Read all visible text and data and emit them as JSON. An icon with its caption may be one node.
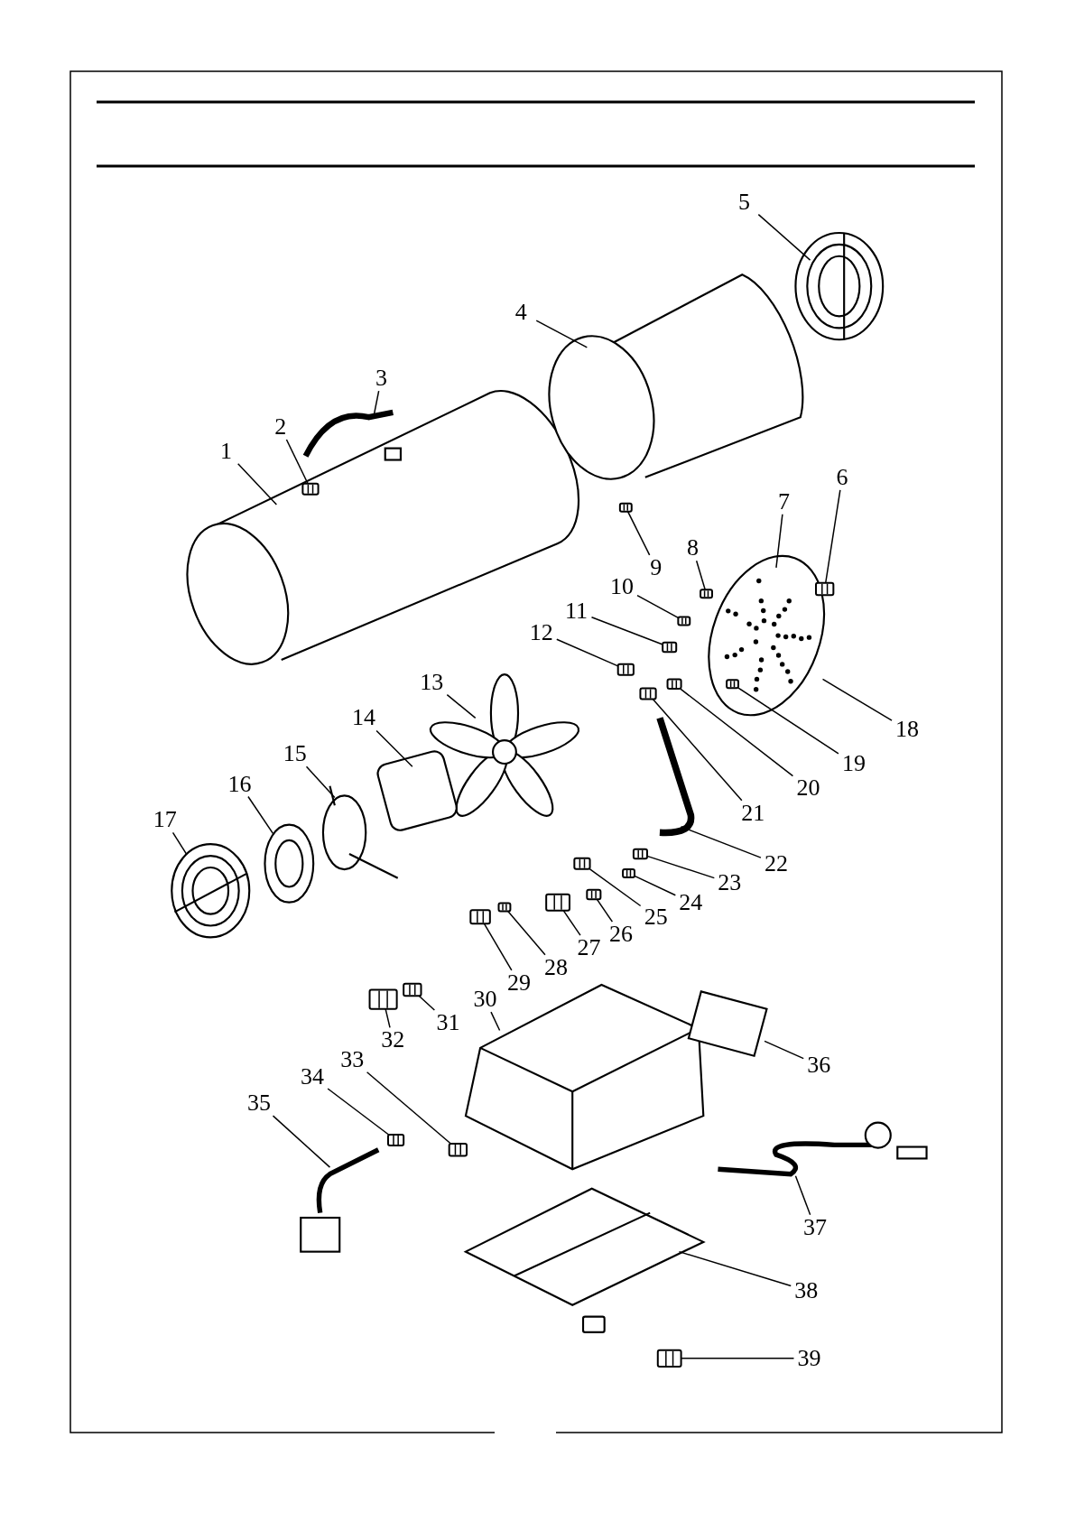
{
  "diagram": {
    "nodes": [
      {
        "text": [
          "1"
        ]
      },
      {
        "text": [
          "2"
        ]
      },
      {
        "text": [
          "3"
        ]
      },
      {
        "text": [
          "4"
        ]
      },
      {
        "text": [
          "5"
        ]
      },
      {
        "text": [
          "6"
        ]
      },
      {
        "text": [
          "7"
        ]
      },
      {
        "text": [
          "8"
        ]
      },
      {
        "text": [
          "9"
        ]
      },
      {
        "text": [
          "10"
        ]
      },
      {
        "text": [
          "11"
        ]
      },
      {
        "text": [
          "12"
        ]
      },
      {
        "text": [
          "13"
        ]
      },
      {
        "text": [
          "14"
        ]
      },
      {
        "text": [
          "15"
        ]
      },
      {
        "text": [
          "16"
        ]
      },
      {
        "text": [
          "17"
        ]
      },
      {
        "text": [
          "18"
        ]
      },
      {
        "text": [
          "19"
        ]
      },
      {
        "text": [
          "20"
        ]
      },
      {
        "text": [
          "21"
        ]
      },
      {
        "text": [
          "22"
        ]
      },
      {
        "text": [
          "23"
        ]
      },
      {
        "text": [
          "24"
        ]
      },
      {
        "text": [
          "25"
        ]
      },
      {
        "text": [
          "26"
        ]
      },
      {
        "text": [
          "27"
        ]
      },
      {
        "text": [
          "28"
        ]
      },
      {
        "text": [
          "29"
        ]
      },
      {
        "text": [
          "30"
        ]
      },
      {
        "text": [
          "31"
        ]
      },
      {
        "text": [
          "32"
        ]
      },
      {
        "text": [
          "33"
        ]
      },
      {
        "text": [
          "34"
        ]
      },
      {
        "text": [
          "35"
        ]
      },
      {
        "text": [
          "36"
        ]
      },
      {
        "text": [
          "37"
        ]
      },
      {
        "text": [
          "38"
        ]
      },
      {
        "text": [
          "39"
        ]
      },
      {
        "text": [],
        "shape": "picture"
      },
      {
        "text": [],
        "shape": "picture"
      },
      {
        "text": [],
        "shape": "picture"
      },
      {
        "text": [],
        "shape": "picture"
      },
      {
        "text": [],
        "shape": "picture"
      },
      {
        "text": [],
        "shape": "picture"
      },
      {
        "text": [],
        "shape": "picture"
      },
      {
        "text": [],
        "shape": "picture"
      },
      {
        "text": [],
        "shape": "picture"
      },
      {
        "text": [],
        "shape": "picture"
      },
      {
        "text": [],
        "shape": "picture"
      },
      {
        "text": [],
        "shape": "picture"
      },
      {
        "text": [],
        "shape": "picture"
      },
      {
        "text": [],
        "shape": "picture"
      },
      {
        "text": [],
        "shape": "picture"
      },
      {
        "text": [],
        "shape": "picture"
      },
      {
        "text": [],
        "shape": "picture"
      },
      {
        "text": [],
        "shape": "picture"
      },
      {
        "text": [],
        "shape": "picture"
      },
      {
        "text": [],
        "shape": "picture"
      },
      {
        "text": [],
        "shape": "picture"
      },
      {
        "text": [],
        "shape": "picture"
      }
    ],
    "edges": [
      {
        "from": 0,
        "to": null,
        "arrow": "none"
      },
      {
        "from": 1,
        "to": 39,
        "arrow": "none"
      },
      {
        "from": 2,
        "to": null,
        "arrow": "none"
      },
      {
        "from": 3,
        "to": null,
        "arrow": "none"
      },
      {
        "from": 4,
        "to": null,
        "arrow": "none"
      },
      {
        "from": 5,
        "to": 40,
        "arrow": "none"
      },
      {
        "from": 6,
        "to": null,
        "arrow": "none"
      },
      {
        "from": 7,
        "to": 41,
        "arrow": "none"
      },
      {
        "from": 8,
        "to": 42,
        "arrow": "none"
      },
      {
        "from": 9,
        "to": 43,
        "arrow": "none"
      },
      {
        "from": 10,
        "to": 44,
        "arrow": "none"
      },
      {
        "from": 11,
        "to": 45,
        "arrow": "none"
      },
      {
        "from": 12,
        "to": null,
        "arrow": "none"
      },
      {
        "from": 13,
        "to": null,
        "arrow": "none"
      },
      {
        "from": 14,
        "to": null,
        "arrow": "none"
      },
      {
        "from": 15,
        "to": null,
        "arrow": "none"
      },
      {
        "from": 16,
        "to": null,
        "arrow": "none"
      },
      {
        "from": 17,
        "to": null,
        "arrow": "none"
      },
      {
        "from": 18,
        "to": 46,
        "arrow": "none"
      },
      {
        "from": 19,
        "to": 47,
        "arrow": "none"
      },
      {
        "from": 20,
        "to": 48,
        "arrow": "none"
      },
      {
        "from": 21,
        "to": null,
        "arrow": "none"
      },
      {
        "from": 22,
        "to": 49,
        "arrow": "none"
      },
      {
        "from": 23,
        "to": 50,
        "arrow": "none"
      },
      {
        "from": 24,
        "to": 51,
        "arrow": "none"
      },
      {
        "from": 25,
        "to": 52,
        "arrow": "none"
      },
      {
        "from": 26,
        "to": 53,
        "arrow": "none"
      },
      {
        "from": 27,
        "to": 54,
        "arrow": "none"
      },
      {
        "from": 28,
        "to": 55,
        "arrow": "none"
      },
      {
        "from": 29,
        "to": null,
        "arrow": "none"
      },
      {
        "from": 30,
        "to": 56,
        "arrow": "none"
      },
      {
        "from": 31,
        "to": 57,
        "arrow": "none"
      },
      {
        "from": 32,
        "to": 58,
        "arrow": "none"
      },
      {
        "from": 33,
        "to": 59,
        "arrow": "none"
      },
      {
        "from": 34,
        "to": null,
        "arrow": "none"
      },
      {
        "from": 35,
        "to": null,
        "arrow": "none"
      },
      {
        "from": 36,
        "to": null,
        "arrow": "none"
      },
      {
        "from": 37,
        "to": null,
        "arrow": "none"
      },
      {
        "from": 38,
        "to": 60,
        "arrow": "none"
      }
    ]
  }
}
